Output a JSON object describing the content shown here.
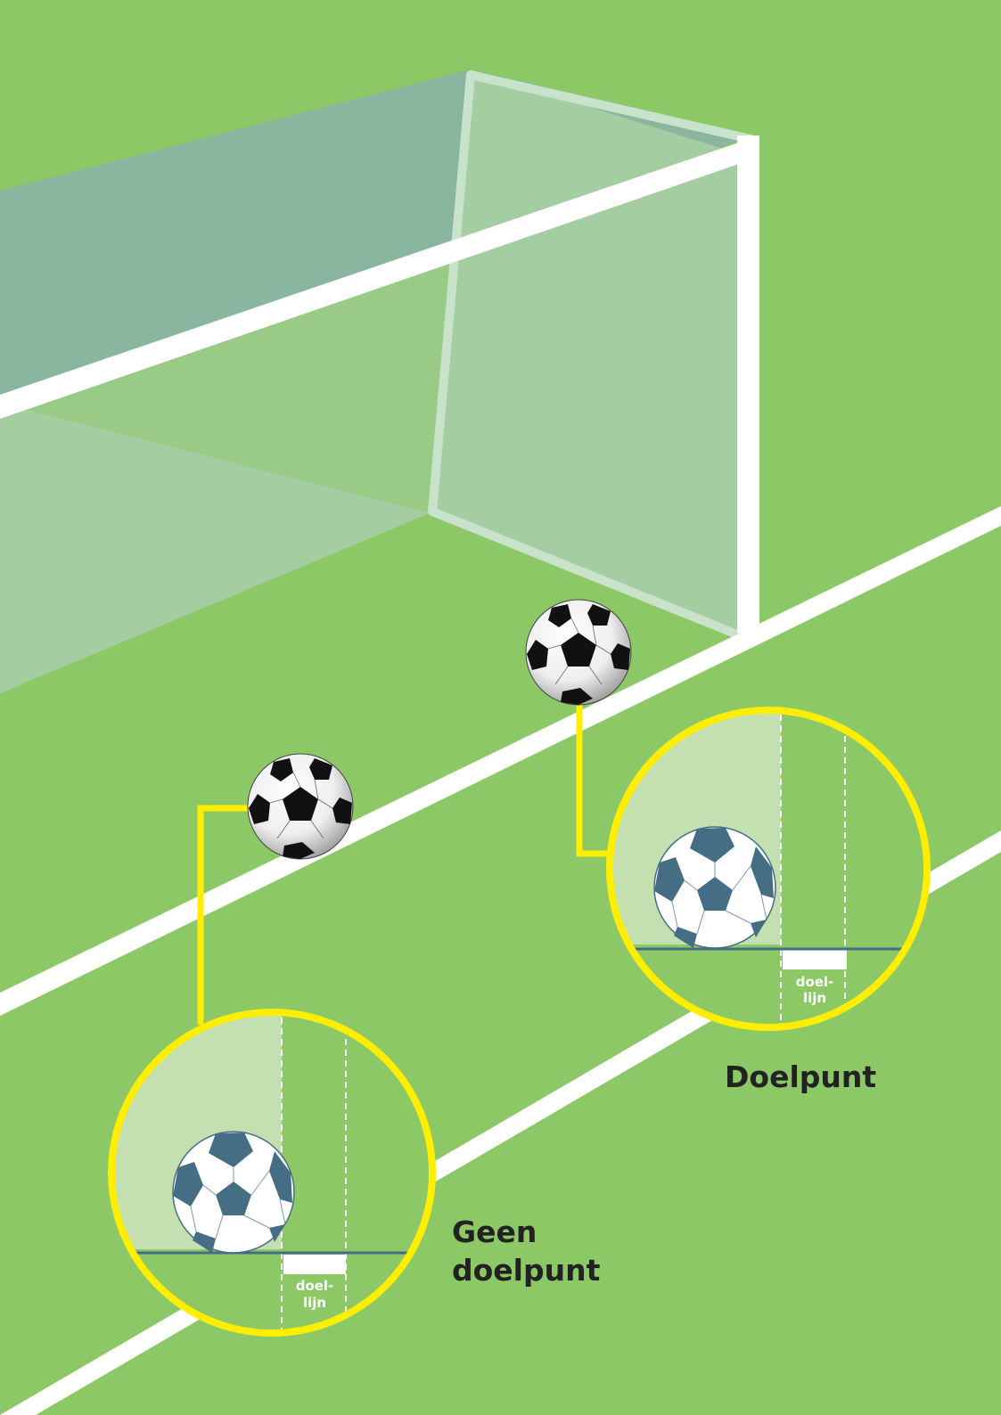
{
  "labels": {
    "goal": "Doelpunt",
    "no_goal_line1": "Geen",
    "no_goal_line2": "doelpunt",
    "goal_line_1": "doel-",
    "goal_line_2": "lijn"
  },
  "colors": {
    "grass": "#8cc866",
    "net_back": "#8ab59f",
    "net_side": "#a4cda2",
    "post": "#ffffff",
    "callout": "#ffee00",
    "ball_panel": "#456e85",
    "ground_line": "#456e85",
    "caption_text": "#222222"
  },
  "icons": [
    "soccer-ball-icon"
  ]
}
